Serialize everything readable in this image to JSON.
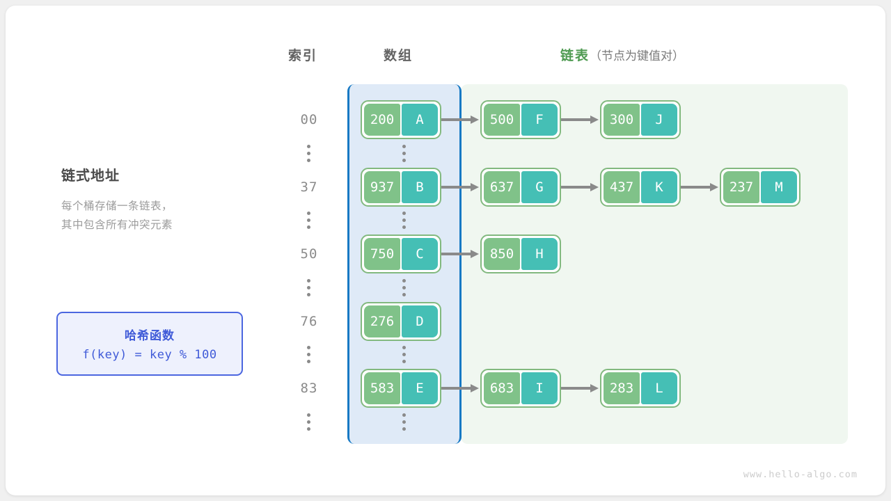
{
  "headers": {
    "index": "索引",
    "array": "数组",
    "list_main": "链表",
    "list_note": "（节点为键值对）"
  },
  "left_panel": {
    "title": "链式地址",
    "desc_line1": "每个桶存储一条链表，",
    "desc_line2": "其中包含所有冲突元素"
  },
  "hash_box": {
    "title": "哈希函数",
    "formula": "f(key) = key % 100"
  },
  "colors": {
    "key_cell": "#80c289",
    "value_cell": "#45bfb5",
    "node_border": "#82b97f",
    "array_region_fill": "#dfeaf7",
    "array_region_border": "#1779c4",
    "list_region_fill": "#f0f7f0",
    "hash_accent": "#3f5ad8",
    "list_header_green": "#4e9a51",
    "arrow": "#8a8a8a"
  },
  "rows": [
    {
      "index": "00",
      "nodes": [
        {
          "key": "200",
          "value": "A"
        },
        {
          "key": "500",
          "value": "F"
        },
        {
          "key": "300",
          "value": "J"
        }
      ]
    },
    {
      "index": "37",
      "nodes": [
        {
          "key": "937",
          "value": "B"
        },
        {
          "key": "637",
          "value": "G"
        },
        {
          "key": "437",
          "value": "K"
        },
        {
          "key": "237",
          "value": "M"
        }
      ]
    },
    {
      "index": "50",
      "nodes": [
        {
          "key": "750",
          "value": "C"
        },
        {
          "key": "850",
          "value": "H"
        }
      ]
    },
    {
      "index": "76",
      "nodes": [
        {
          "key": "276",
          "value": "D"
        }
      ]
    },
    {
      "index": "83",
      "nodes": [
        {
          "key": "583",
          "value": "E"
        },
        {
          "key": "683",
          "value": "I"
        },
        {
          "key": "283",
          "value": "L"
        }
      ]
    }
  ],
  "ellipsis_symbol": "⋮",
  "watermark": "www.hello-algo.com"
}
